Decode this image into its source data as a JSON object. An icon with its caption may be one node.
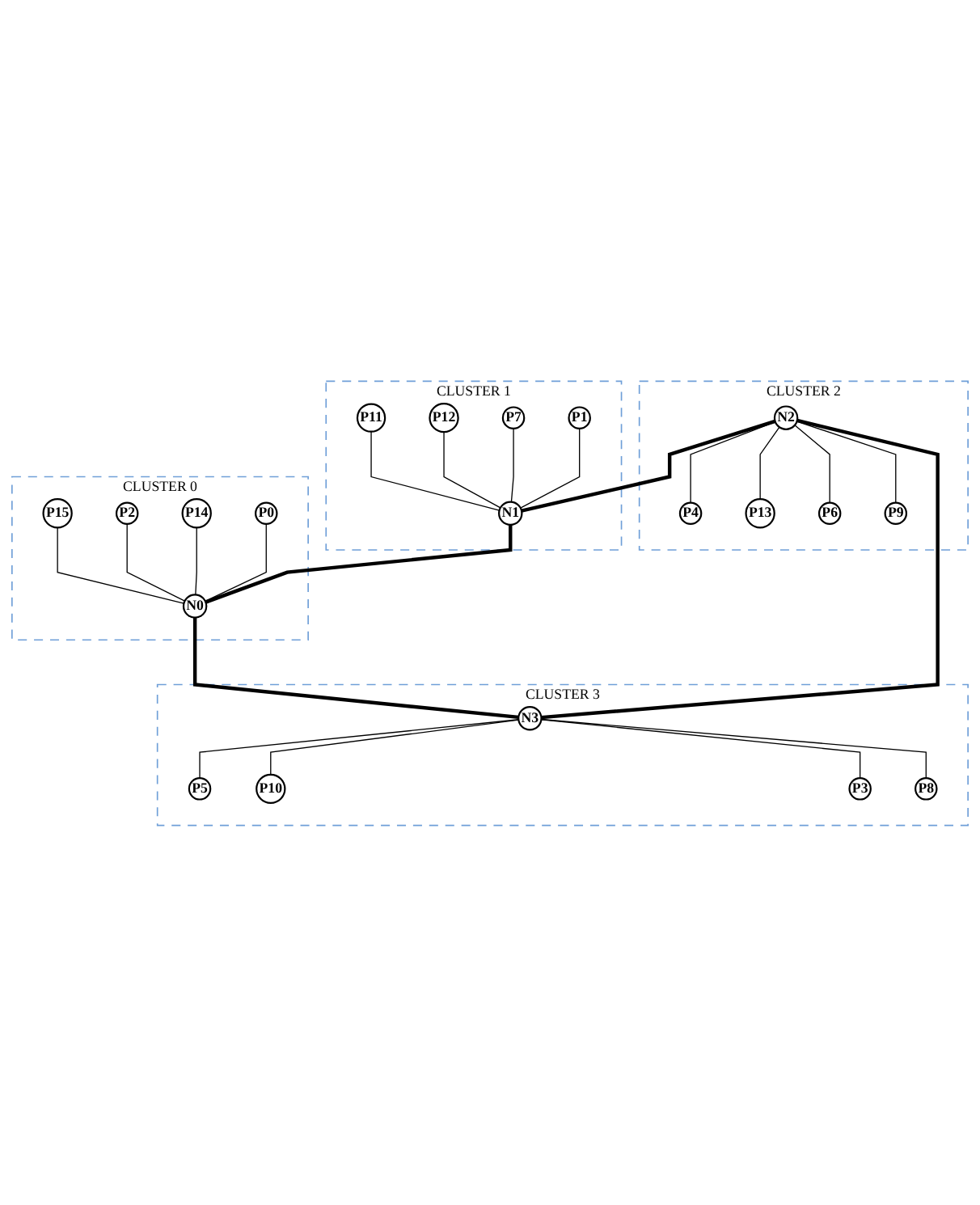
{
  "diagram": {
    "nodes": [
      {
        "text": [
          "CLUSTER 1"
        ]
      },
      {
        "text": [
          "P11"
        ],
        "in": 0
      },
      {
        "text": [
          "P12"
        ],
        "in": 0
      },
      {
        "text": [
          "P7"
        ],
        "in": 0
      },
      {
        "text": [
          "P1"
        ],
        "in": 0
      },
      {
        "text": [
          "N1"
        ],
        "in": 0
      },
      {
        "text": [
          "CLUSTER 0"
        ]
      },
      {
        "text": [
          "P15"
        ],
        "in": 6
      },
      {
        "text": [
          "P2"
        ],
        "in": 6
      },
      {
        "text": [
          "P14"
        ],
        "in": 6
      },
      {
        "text": [
          "P0"
        ],
        "in": 6
      },
      {
        "text": [
          "N0"
        ],
        "in": 6
      },
      {
        "text": [
          "CLUSTER 2"
        ]
      },
      {
        "text": [
          "P4"
        ],
        "in": 12
      },
      {
        "text": [
          "P13"
        ],
        "in": 12
      },
      {
        "text": [
          "P6"
        ],
        "in": 12
      },
      {
        "text": [
          "P9"
        ],
        "in": 12
      },
      {
        "text": [
          "N2"
        ],
        "in": 12
      },
      {
        "text": [
          "CLUSTER 3"
        ]
      },
      {
        "text": [
          "N3"
        ],
        "in": 18
      },
      {
        "text": [
          "P5"
        ],
        "in": 18
      },
      {
        "text": [
          "P10"
        ],
        "in": 18
      },
      {
        "text": [
          "P3"
        ],
        "in": 18
      },
      {
        "text": [
          "P8"
        ],
        "in": 18
      }
    ],
    "edges": [
      {
        "from": 1,
        "to": 5,
        "arrow": "none"
      },
      {
        "from": 2,
        "to": 5,
        "arrow": "none"
      },
      {
        "from": 3,
        "to": 5,
        "arrow": "none"
      },
      {
        "from": 4,
        "to": 5,
        "arrow": "none"
      },
      {
        "from": 7,
        "to": 11,
        "arrow": "none"
      },
      {
        "from": 8,
        "to": 11,
        "arrow": "none"
      },
      {
        "from": 9,
        "to": 11,
        "arrow": "none"
      },
      {
        "from": 10,
        "to": 11,
        "arrow": "none"
      },
      {
        "from": 17,
        "to": 13,
        "arrow": "none"
      },
      {
        "from": 17,
        "to": 14,
        "arrow": "none"
      },
      {
        "from": 17,
        "to": 15,
        "arrow": "none"
      },
      {
        "from": 17,
        "to": 16,
        "arrow": "none"
      },
      {
        "from": 19,
        "to": 20,
        "arrow": "none"
      },
      {
        "from": 19,
        "to": 21,
        "arrow": "none"
      },
      {
        "from": 19,
        "to": 22,
        "arrow": "none"
      },
      {
        "from": 19,
        "to": 23,
        "arrow": "none"
      },
      {
        "from": 5,
        "to": 11,
        "arrow": "none",
        "style": "thick"
      },
      {
        "from": 17,
        "to": 5,
        "arrow": "none",
        "style": "thick"
      },
      {
        "from": 11,
        "to": 19,
        "arrow": "none",
        "style": "thick"
      },
      {
        "from": 17,
        "to": 19,
        "arrow": "none",
        "style": "thick"
      }
    ]
  }
}
